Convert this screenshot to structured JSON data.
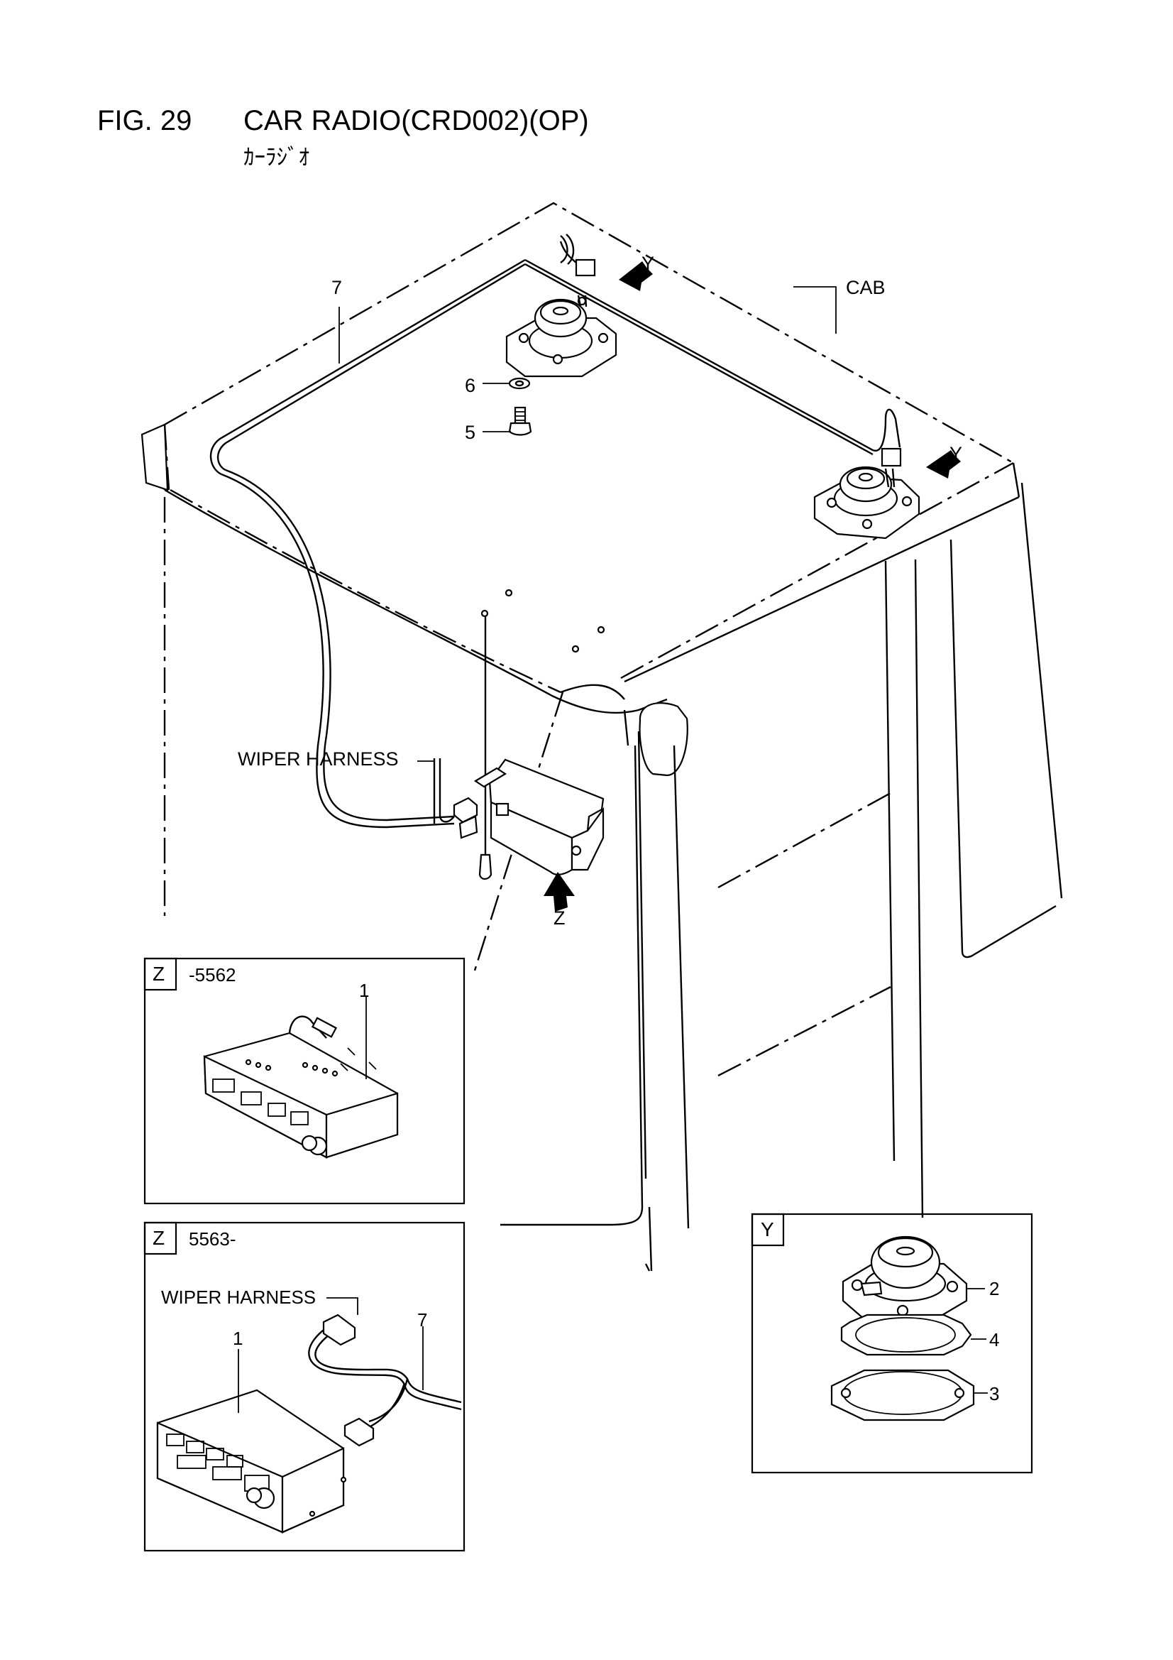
{
  "figure": {
    "number": "FIG. 29",
    "title": "CAR RADIO(CRD002)(OP)",
    "subtitle": "ｶｰﾗｼﾞｵ"
  },
  "labels": {
    "cab": "CAB",
    "wiper_harness": "WIPER HARNESS",
    "view_y": "Y",
    "view_z": "Z"
  },
  "callouts": {
    "main": [
      "7",
      "6",
      "5"
    ],
    "panel_z1": [
      "1"
    ],
    "panel_z2": [
      "1",
      "7"
    ],
    "panel_y": [
      "2",
      "4",
      "3"
    ]
  },
  "panels": {
    "z1": {
      "tag": "Z",
      "serial": "-5562"
    },
    "z2": {
      "tag": "Z",
      "serial": "5563-"
    },
    "y": {
      "tag": "Y"
    }
  }
}
